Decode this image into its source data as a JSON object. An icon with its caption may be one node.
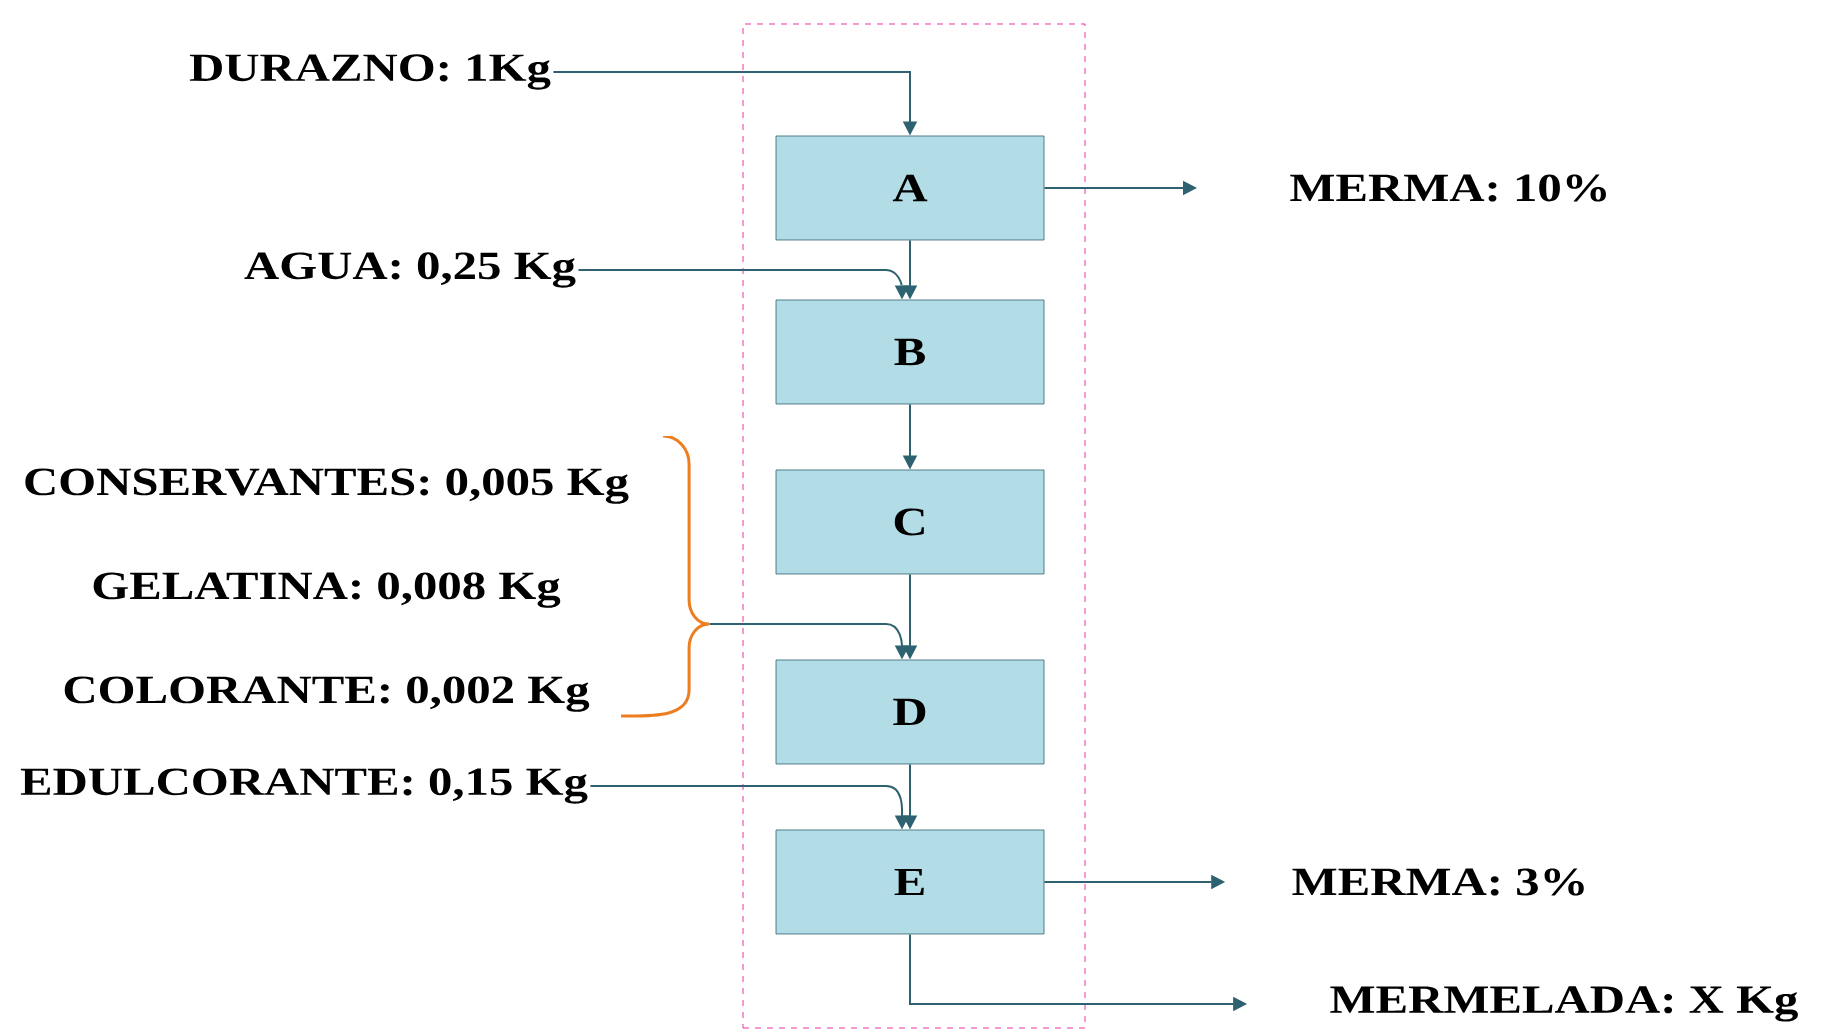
{
  "diagram": {
    "nodes": [
      {
        "text": [],
        "shape": "box"
      },
      {
        "text": [
          "DURAZNO: 1Kg"
        ]
      },
      {
        "text": [
          "A"
        ],
        "in": 0
      },
      {
        "text": [
          "MERMA: 10%"
        ]
      },
      {
        "text": [
          "AGUA: 0,25 Kg"
        ]
      },
      {
        "text": [
          "B"
        ],
        "in": 0
      },
      {
        "text": [
          "CONSERVANTES: 0,005 Kg",
          "GELATINA: 0,008 Kg",
          "COLORANTE: 0,002 Kg"
        ]
      },
      {
        "text": [
          "C"
        ],
        "in": 0
      },
      {
        "text": [
          "D"
        ],
        "in": 0
      },
      {
        "text": [
          "EDULCORANTE: 0,15 Kg"
        ]
      },
      {
        "text": [
          "E"
        ],
        "in": 0
      },
      {
        "text": [
          "MERMA: 3%"
        ]
      },
      {
        "text": [
          "MERMELADA: X Kg"
        ]
      }
    ],
    "edges": [
      {
        "from": 1,
        "to": 2,
        "arrow": "to"
      },
      {
        "from": 2,
        "to": 3,
        "arrow": "to"
      },
      {
        "from": 4,
        "to": 5,
        "arrow": "to"
      },
      {
        "from": 2,
        "to": 5,
        "arrow": "to"
      },
      {
        "from": 5,
        "to": 7,
        "arrow": "to"
      },
      {
        "from": 6,
        "to": 8,
        "arrow": "to"
      },
      {
        "from": 7,
        "to": 8,
        "arrow": "to"
      },
      {
        "from": 9,
        "to": 10,
        "arrow": "to"
      },
      {
        "from": 8,
        "to": 10,
        "arrow": "to"
      },
      {
        "from": 10,
        "to": 11,
        "arrow": "to"
      },
      {
        "from": 10,
        "to": 12,
        "arrow": "to"
      }
    ]
  }
}
